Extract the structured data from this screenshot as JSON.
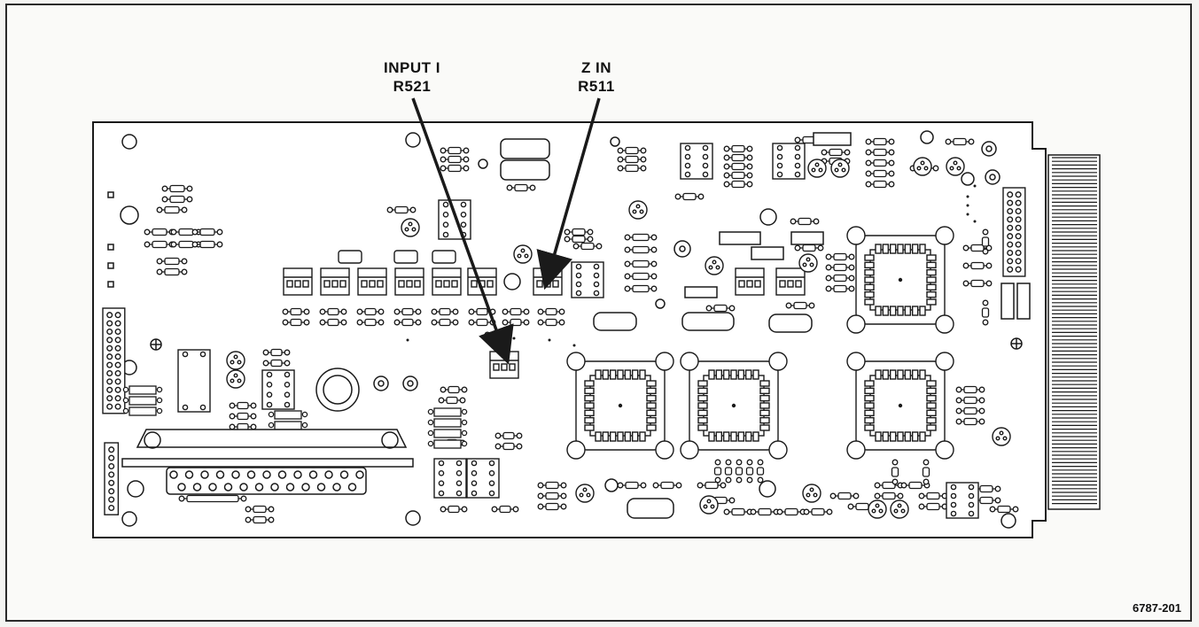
{
  "callouts": [
    {
      "title": "INPUT I",
      "ref": "R521"
    },
    {
      "title": "Z IN",
      "ref": "R511"
    }
  ],
  "figure_number": "6787-201",
  "colors": {
    "ink": "#1a1a1a",
    "paper": "#fafaf8"
  }
}
